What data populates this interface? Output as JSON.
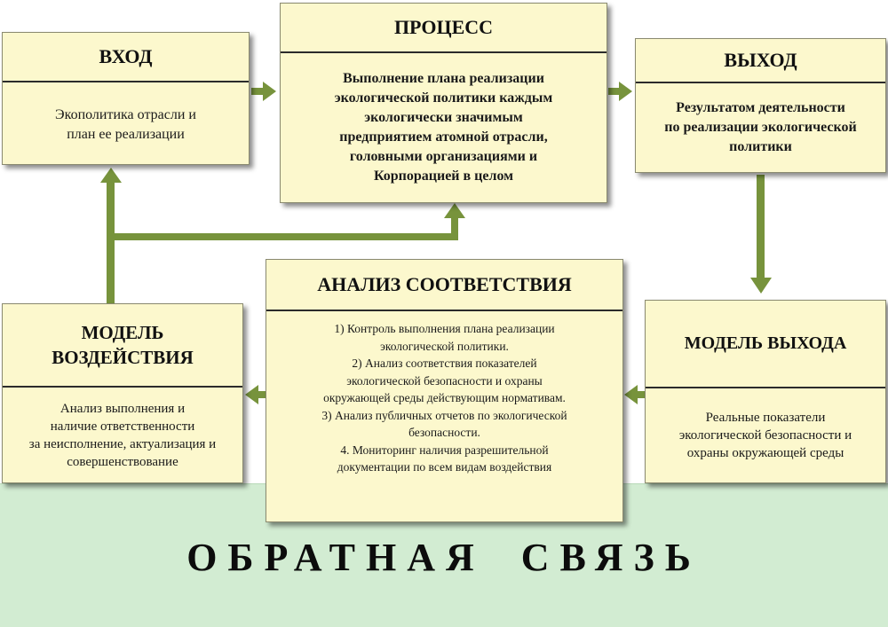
{
  "boxes": {
    "input": {
      "title": "ВХОД",
      "body": "Экополитика отрасли и\nплан ее реализации"
    },
    "process": {
      "title": "ПРОЦЕСС",
      "body": "Выполнение плана реализации\nэкологической политики каждым\nэкологически значимым\nпредприятием атомной отрасли,\nголовными организациями и\nКорпорацией в целом"
    },
    "output": {
      "title": "ВЫХОД",
      "body": "Результатом деятельности\nпо реализации экологической\nполитики"
    },
    "impact_model": {
      "title": "МОДЕЛЬ\nВОЗДЕЙСТВИЯ",
      "body": "Анализ выполнения и\nналичие ответственности\nза неисполнение, актуализация и\nсовершенствование"
    },
    "compliance": {
      "title": "АНАЛИЗ СООТВЕТСТВИЯ",
      "body": "1) Контроль выполнения плана реализации\nэкологической политики.\n2) Анализ соответствия показателей\nэкологической безопасности и охраны\nокружающей среды действующим нормативам.\n3) Анализ публичных отчетов по экологической\nбезопасности.\n4. Мониторинг наличия разрешительной\nдокументации по всем видам воздействия"
    },
    "output_model": {
      "title": "МОДЕЛЬ ВЫХОДА",
      "body": "Реальные показатели\nэкологической безопасности и\nохраны окружающей среды"
    }
  },
  "feedback_label": "ОБРАТНАЯ СВЯЗЬ",
  "colors": {
    "box_fill": "#fcf8cd",
    "arrow": "#77933c",
    "band": "#d2ecd2"
  }
}
